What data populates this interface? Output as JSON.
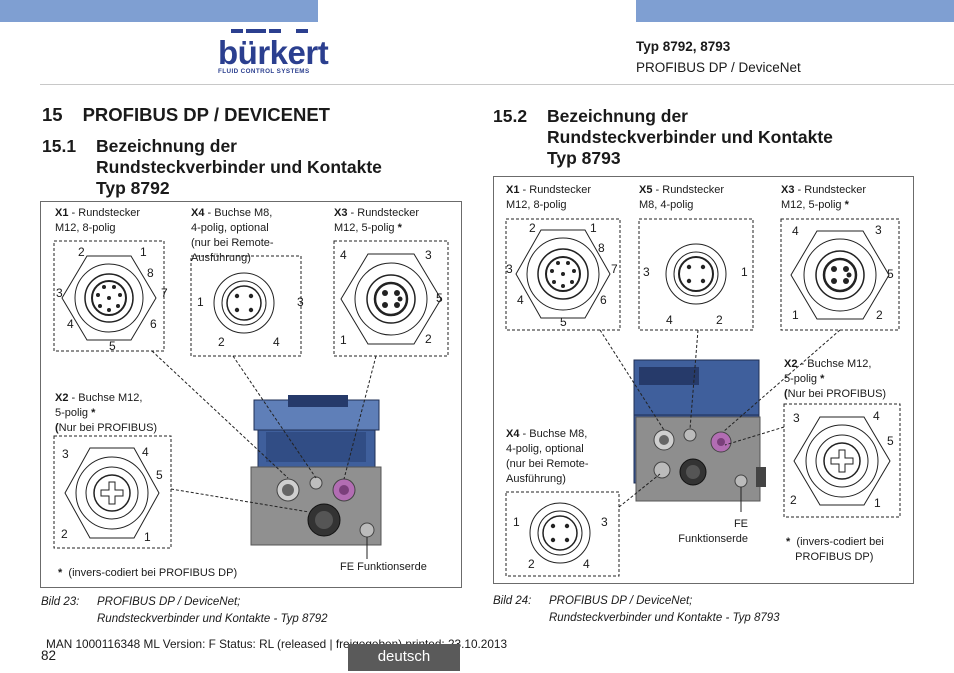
{
  "header": {
    "logo_text": "bürkert",
    "logo_subtitle": "FLUID CONTROL SYSTEMS",
    "title": "Typ 8792, 8793",
    "subtitle": "PROFIBUS DP / DeviceNet"
  },
  "section": {
    "number": "15",
    "title": "PROFIBUS DP / DEVICENET"
  },
  "left": {
    "number": "15.1",
    "title_lines": [
      "Bezeichnung der",
      "Rundsteckverbinder und Kontakte",
      "Typ 8792"
    ],
    "x1": {
      "name": "X1",
      "desc1": " - Rundstecker",
      "desc2": "M12, 8-polig"
    },
    "x4": {
      "name": "X4",
      "desc1": " - Buchse M8,",
      "desc2": "4-polig, optional",
      "desc3": "(nur bei Remote-",
      "desc4": "Ausführung)"
    },
    "x3": {
      "name": "X3",
      "desc1": " - Rundstecker",
      "desc2": "M12, 5-polig ",
      "star": "*"
    },
    "x2": {
      "name": "X2",
      "desc1": " - Buchse M12,",
      "desc2": "5-polig ",
      "star": "*",
      "desc3": "Nur bei PROFIBUS)",
      "paren": "("
    },
    "fe": "FE Funktionserde",
    "note_star": "*",
    "note": "(invers-codiert bei PROFIBUS DP)",
    "caption_num": "Bild 23:",
    "caption_line1": "PROFIBUS DP / DeviceNet;",
    "caption_line2": "Rundsteckverbinder und Kontakte - Typ 8792"
  },
  "right": {
    "number": "15.2",
    "title_lines": [
      "Bezeichnung der",
      "Rundsteckverbinder und Kontakte",
      "Typ 8793"
    ],
    "x1": {
      "name": "X1",
      "desc1": " - Rundstecker",
      "desc2": "M12, 8-polig"
    },
    "x5": {
      "name": "X5",
      "desc1": " - Rundstecker",
      "desc2": "M8, 4-polig"
    },
    "x3": {
      "name": "X3",
      "desc1": " - Rundstecker",
      "desc2": "M12, 5-polig ",
      "star": "*"
    },
    "x2": {
      "name": "X2",
      "desc1": " - Buchse M12,",
      "desc2": "5-polig ",
      "star": "*",
      "paren": "(",
      "desc3": "Nur bei PROFIBUS)"
    },
    "x4": {
      "name": "X4",
      "desc1": " - Buchse M8,",
      "desc2": "4-polig, optional",
      "desc3": "(nur bei Remote-",
      "desc4": "Ausführung)"
    },
    "fe1": "FE",
    "fe2": "Funktionserde",
    "note_star": "*",
    "note1": "(invers-codiert bei",
    "note2": "PROFIBUS DP)",
    "caption_num": "Bild 24:",
    "caption_line1": "PROFIBUS DP / DeviceNet;",
    "caption_line2": "Rundsteckverbinder und Kontakte - Typ 8793"
  },
  "pins": {
    "n1": "1",
    "n2": "2",
    "n3": "3",
    "n4": "4",
    "n5": "5",
    "n6": "6",
    "n7": "7",
    "n8": "8"
  },
  "footer": {
    "meta": "MAN  1000116348  ML  Version: F Status: RL (released | freigegeben)  printed: 23.10.2013",
    "page": "82",
    "language": "deutsch"
  },
  "colors": {
    "band": "#7f9fd2",
    "brand": "#2b3f8f",
    "housing_blue": "#3f5f9c",
    "housing_grey": "#8e8e8e",
    "connector_purple": "#b26db3"
  }
}
